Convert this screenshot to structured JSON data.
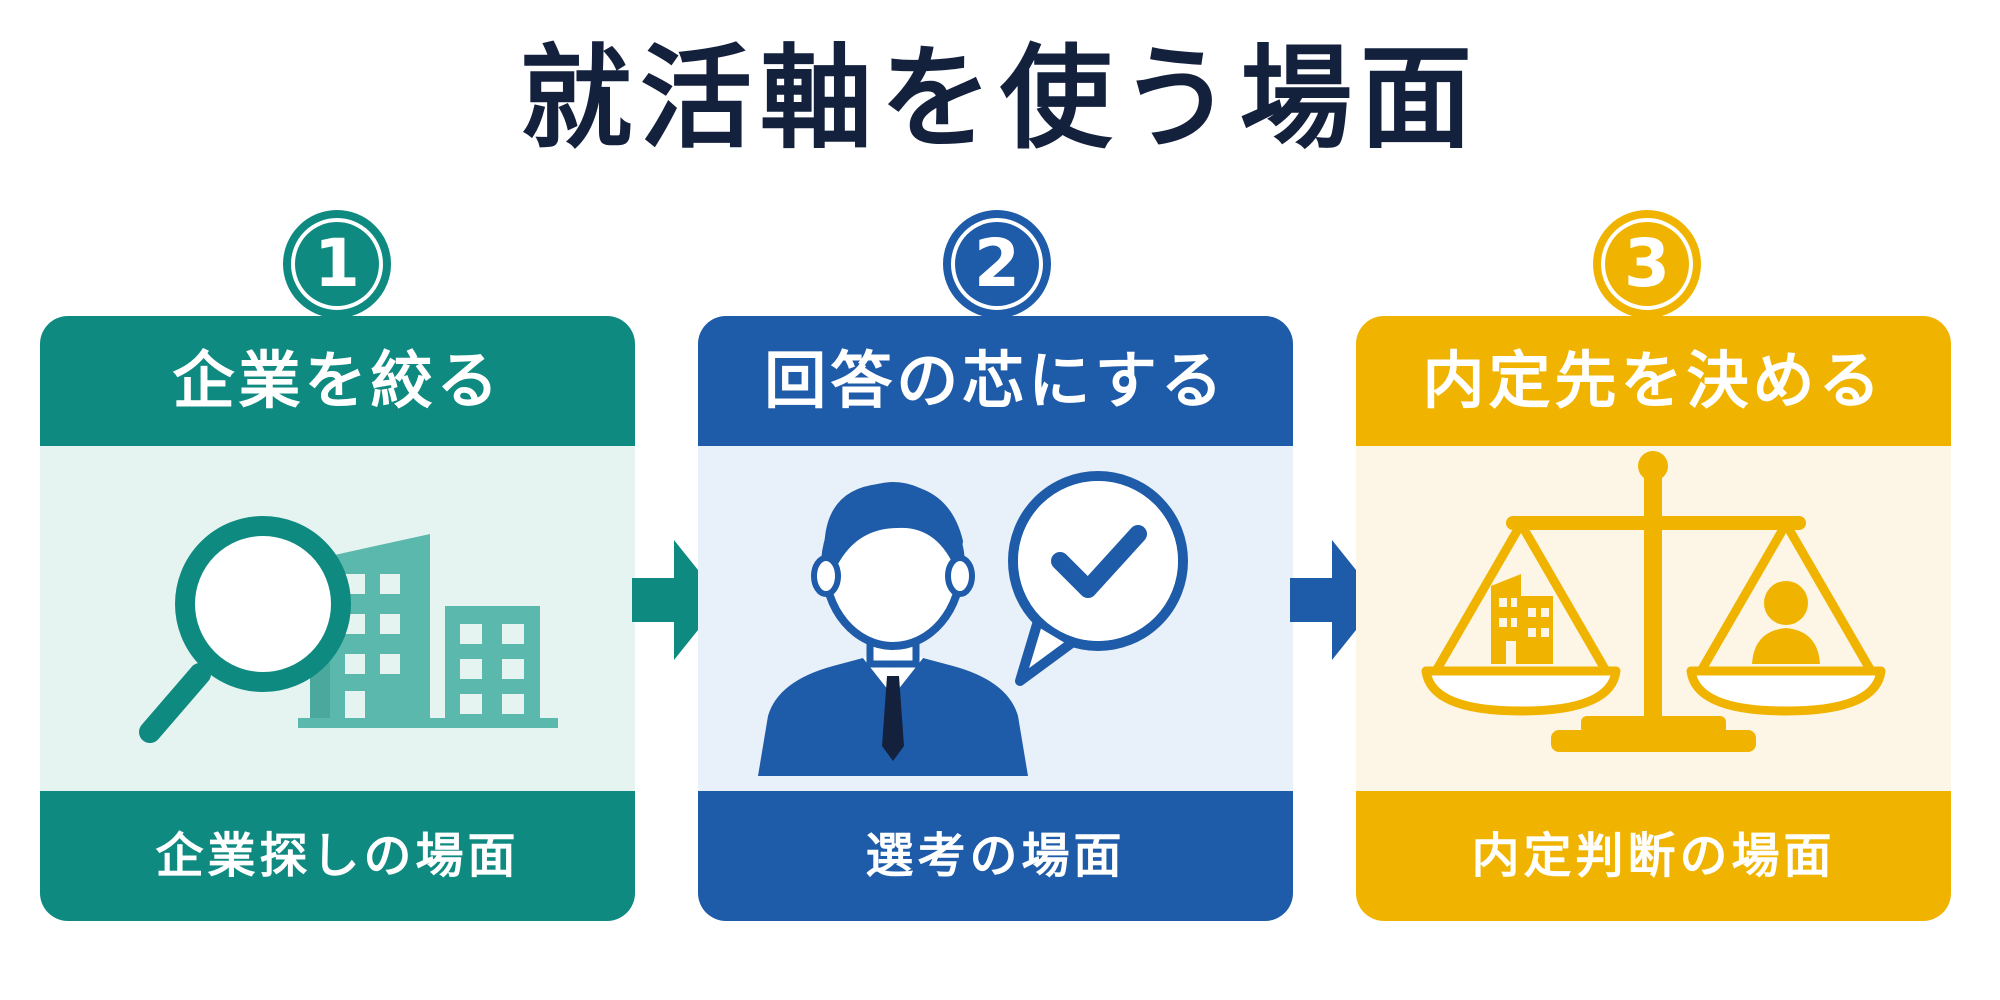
{
  "title": "就活軸を使う場面",
  "colors": {
    "teal": "#0e8a80",
    "blue": "#1e5ba8",
    "gold": "#f0b400",
    "title": "#14213d"
  },
  "steps": [
    {
      "number": "1",
      "heading": "企業を絞る",
      "footer": "企業探しの場面",
      "icon": "magnifier-over-buildings"
    },
    {
      "number": "2",
      "heading": "回答の芯にする",
      "footer": "選考の場面",
      "icon": "businessman-with-check-speech-bubble"
    },
    {
      "number": "3",
      "heading": "内定先を決める",
      "footer": "内定判断の場面",
      "icon": "balance-scale-company-vs-person"
    }
  ]
}
